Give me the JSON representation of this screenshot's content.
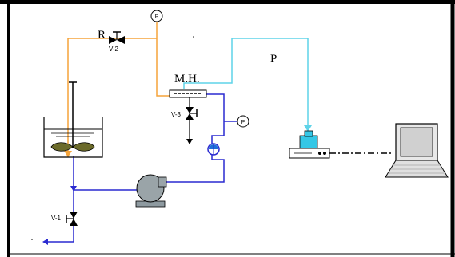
{
  "labels": {
    "restrictor": "R",
    "valve_2": "V-2",
    "valve_3": "V-3",
    "valve_1": "V-1",
    "mixing_head": "M.H.",
    "pressure_signal": "P"
  },
  "gauge_symbol": "P",
  "colors": {
    "feed_line": "#f5a43a",
    "sample_line": "#2a2ad0",
    "signal_line": "#5fd3e8",
    "balance": "#35c7e6",
    "pump": "#8e9aa0",
    "border": "#000000"
  },
  "icons": [
    "gauge-icon",
    "valve-icon",
    "pump-icon",
    "impeller-icon",
    "balance-icon",
    "laptop-icon"
  ]
}
